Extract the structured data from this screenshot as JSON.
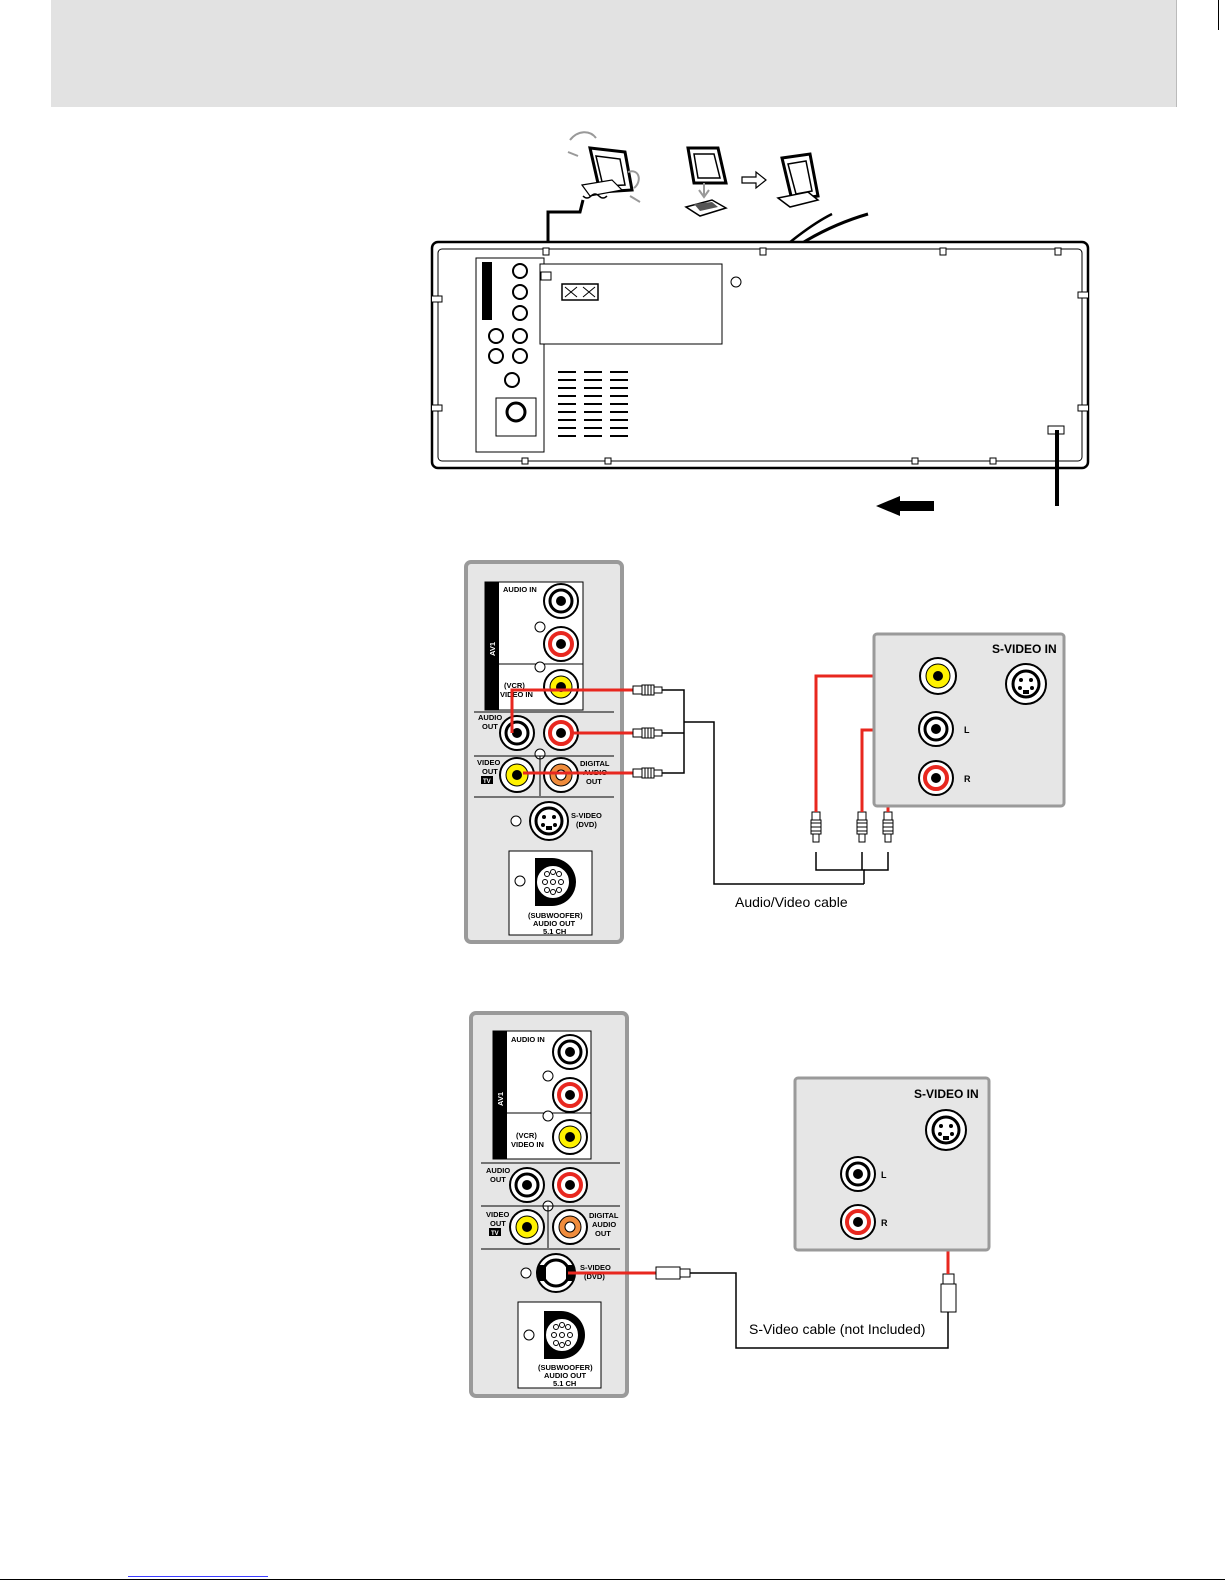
{
  "fig2": {
    "panel": {
      "audio_in": "AUDIO IN",
      "av1": "AV1",
      "vcr": "(VCR)",
      "video_in": "VIDEO IN",
      "audio": "AUDIO",
      "out": "OUT",
      "video": "VIDEO",
      "tv": "TV",
      "digital": "DIGITAL",
      "audio2": "AUDIO",
      "out2": "OUT",
      "s_video": "S-VIDEO",
      "dvd": "(DVD)",
      "subwoofer": "(SUBWOOFER)",
      "audio_out": "AUDIO OUT",
      "ch": "5.1 CH"
    },
    "tv": {
      "s_video_in": "S-VIDEO IN",
      "l": "L",
      "r": "R"
    },
    "cable_label": "Audio/Video cable"
  },
  "fig3": {
    "panel": {
      "audio_in": "AUDIO IN",
      "av1": "AV1",
      "vcr": "(VCR)",
      "video_in": "VIDEO IN",
      "audio": "AUDIO",
      "out": "OUT",
      "video": "VIDEO",
      "tv": "TV",
      "digital": "DIGITAL",
      "audio2": "AUDIO",
      "out2": "OUT",
      "s_video": "S-VIDEO",
      "dvd": "(DVD)",
      "subwoofer": "(SUBWOOFER)",
      "audio_out": "AUDIO OUT",
      "ch": "5.1 CH"
    },
    "tv": {
      "s_video_in": "S-VIDEO IN",
      "l": "L",
      "r": "R"
    },
    "cable_label": "S-Video cable (not Included)"
  },
  "colors": {
    "cable_red": "#e8271f",
    "jack_yellow": "#fff200",
    "jack_orange": "#f08c3c",
    "panel_gray": "#e6e6e6",
    "header_gray": "#e2e2e2"
  }
}
